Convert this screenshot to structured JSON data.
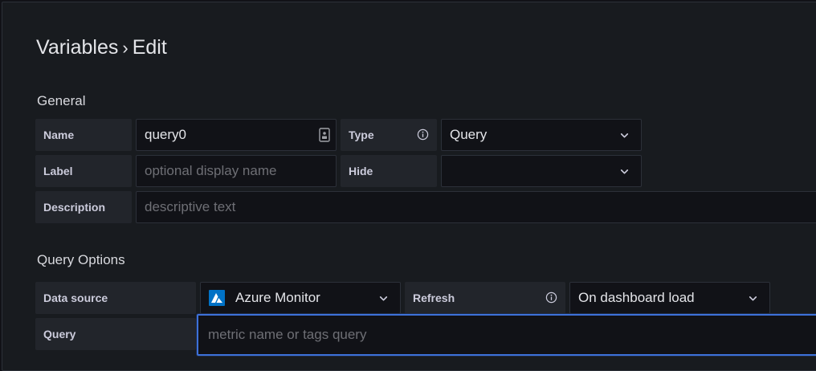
{
  "breadcrumb": {
    "parent": "Variables",
    "separator": "›",
    "current": "Edit"
  },
  "general": {
    "heading": "General",
    "name_label": "Name",
    "name_value": "query0",
    "type_label": "Type",
    "type_value": "Query",
    "label_label": "Label",
    "label_placeholder": "optional display name",
    "hide_label": "Hide",
    "hide_value": "",
    "description_label": "Description",
    "description_placeholder": "descriptive text"
  },
  "query_options": {
    "heading": "Query Options",
    "datasource_label": "Data source",
    "datasource_value": "Azure Monitor",
    "refresh_label": "Refresh",
    "refresh_value": "On dashboard load",
    "query_label": "Query",
    "query_placeholder": "metric name or tags query"
  },
  "icons": {
    "info": "info-icon",
    "chevron": "chevron-down-icon",
    "azure": "azure-monitor-icon",
    "password_manager": "keychain-icon"
  },
  "colors": {
    "background": "#111217",
    "panel": "#181b1f",
    "label_bg": "#22252b",
    "focus_border": "#3d71d9",
    "azure_blue": "#0072c6"
  }
}
